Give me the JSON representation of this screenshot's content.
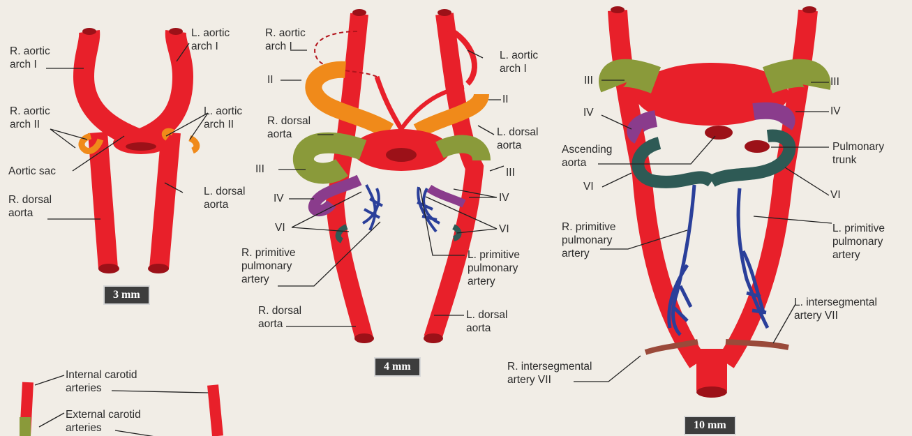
{
  "colors": {
    "aorta": "#e8202a",
    "aorta_dark": "#a5121a",
    "arch_I_II": "#f08a1a",
    "arch_III": "#8a9a3a",
    "arch_IV": "#8a3c8c",
    "arch_VI": "#2e5a55",
    "pulmonary": "#2a3f9a",
    "intersegmental": "#9a4a3a",
    "leader": "#222222",
    "background": "#f1ede6"
  },
  "panels": {
    "stage_3mm": {
      "stage": "3 mm",
      "labels": {
        "r_arch_1": "R. aortic\narch I",
        "l_arch_1": "L. aortic\narch I",
        "r_arch_2": "R. aortic\narch II",
        "l_arch_2": "L. aortic\narch II",
        "aortic_sac": "Aortic sac",
        "r_dorsal": "R. dorsal\naorta",
        "l_dorsal": "L. dorsal\naorta"
      }
    },
    "stage_4mm": {
      "stage": "4 mm",
      "labels": {
        "r_arch_1": "R. aortic\narch I",
        "l_arch_1": "L. aortic\narch I",
        "left_II": "II",
        "right_II": "II",
        "r_dorsal_top": "R. dorsal\naorta",
        "l_dorsal_top": "L. dorsal\naorta",
        "left_III": "III",
        "right_III": "III",
        "left_IV": "IV",
        "right_IV": "IV",
        "left_VI": "VI",
        "right_VI": "VI",
        "r_prim_pulm": "R. primitive\npulmonary\nartery",
        "l_prim_pulm": "L. primitive\npulmonary\nartery",
        "r_dorsal_bottom": "R. dorsal\naorta",
        "l_dorsal_bottom": "L. dorsal\naorta"
      }
    },
    "stage_10mm": {
      "stage": "10 mm",
      "labels": {
        "left_III": "III",
        "right_III": "III",
        "left_IV": "IV",
        "right_IV": "IV",
        "ascending_aorta": "Ascending\naorta",
        "pulmonary_trunk": "Pulmonary\ntrunk",
        "left_VI": "VI",
        "right_VI": "VI",
        "r_prim_pulm": "R. primitive\npulmonary\nartery",
        "l_prim_pulm": "L. primitive\npulmonary\nartery",
        "l_interseg": "L. intersegmental\nartery VII",
        "r_interseg": "R. intersegmental\nartery VII"
      }
    },
    "bottom_partial": {
      "labels": {
        "internal_carotid": "Internal carotid\narteries",
        "external_carotid": "External carotid\narteries"
      }
    }
  }
}
